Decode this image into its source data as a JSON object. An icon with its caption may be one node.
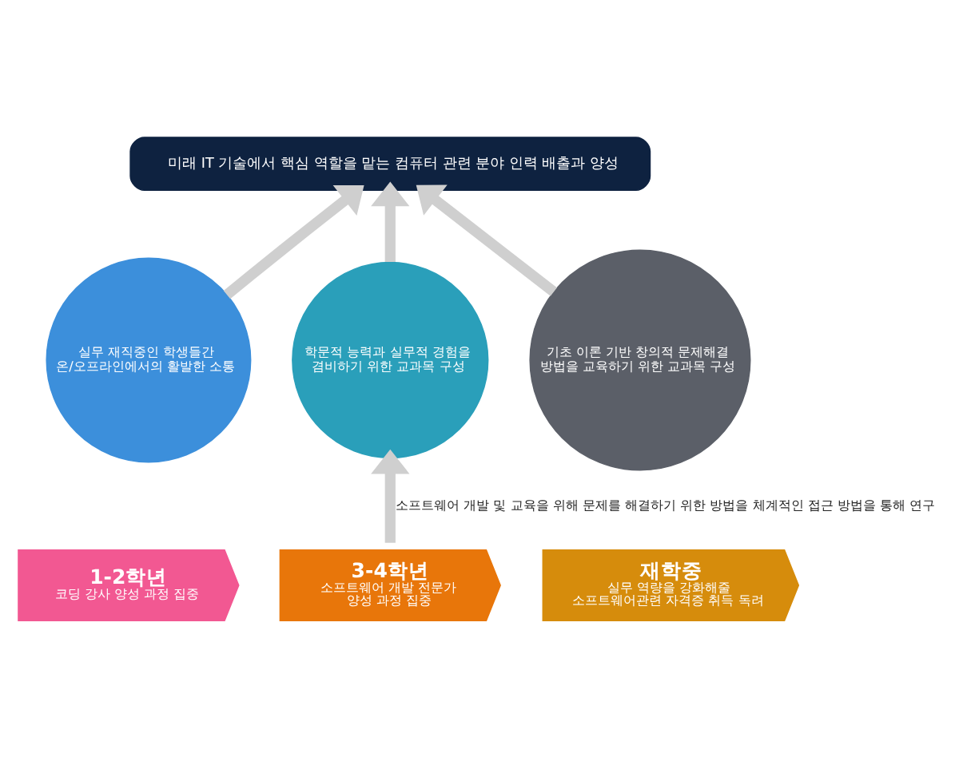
{
  "diagram": {
    "nodes": [
      {
        "text": [
          "미래 IT 기술에서 핵심 역할을 맡는 컴퓨터 관련 분야 인력 배출과 양성"
        ]
      },
      {
        "text": [
          "실무 재직중인 학생들간 온/오프라인에서의 활발한 소통"
        ]
      },
      {
        "text": [
          "학문적 능력과 실무적 경험을 겸비하기 위한 교과목 구성"
        ]
      },
      {
        "text": [
          "기초 이론 기반 창의적 문제해결 방법을 교육하기 위한 교과목 구성"
        ]
      },
      {
        "text": [
          "1-2학년",
          "코딩 강사 양성 과정 집중"
        ]
      },
      {
        "text": [
          "3-4학년",
          "소프트웨어 개발 전문가 양성 과정 집중"
        ]
      },
      {
        "text": [
          "재학중",
          "실무 역량을 강화해줄 소프트웨어관련 자격증 취득 독려"
        ]
      }
    ],
    "edges": [
      {
        "from": 1,
        "to": 0,
        "arrow": "to"
      },
      {
        "from": 2,
        "to": 0,
        "arrow": "to"
      },
      {
        "from": 3,
        "to": 0,
        "arrow": "to"
      },
      {
        "from": 5,
        "to": 2,
        "arrow": "to",
        "label": "소프트웨어 개발 및 교육을 위해 문제를 해결하기 위한 방법을 체계적인 접근 방법을 통해 연구"
      }
    ]
  }
}
